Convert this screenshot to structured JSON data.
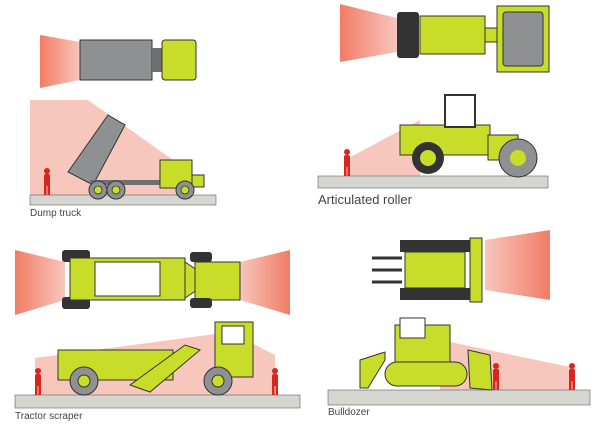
{
  "panels": [
    {
      "id": "dump-truck",
      "label": "Dump truck"
    },
    {
      "id": "articulated-roller",
      "label": "Articulated roller"
    },
    {
      "id": "tractor-scraper",
      "label": "Tractor scraper"
    },
    {
      "id": "bulldozer",
      "label": "Bulldozer"
    }
  ],
  "colors": {
    "vehicle": "#c8dc2a",
    "blind_spot_dark": "#f59a84",
    "blind_spot_light": "#f7c6bc",
    "worker": "#d8261e",
    "ground": "#d6d6d0",
    "body_gray": "#8e9092"
  }
}
